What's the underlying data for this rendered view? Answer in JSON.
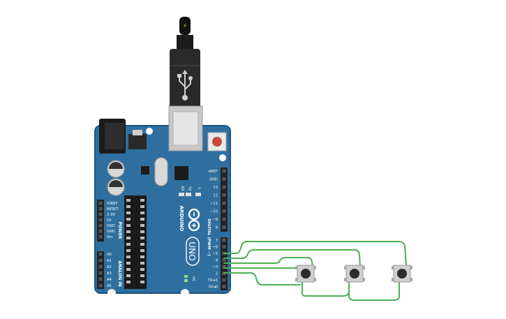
{
  "board": {
    "brand": "ARDUINO",
    "model": "UNO",
    "on_label": "ON",
    "tx_label": "TX",
    "rx_label": "RX",
    "l_label": "L",
    "power_header_title": "POWER",
    "analog_header_title": "ANALOG IN",
    "digital_header_title": "DIGITAL (PWM ~)",
    "power_pins": [
      "IOREF",
      "RESET",
      "3.3V",
      "5V",
      "GND",
      "GND",
      "Vin"
    ],
    "analog_pins": [
      "A0",
      "A1",
      "A2",
      "A3",
      "A4",
      "A5"
    ],
    "digital_upper_pins": [
      "AREF",
      "GND",
      "13",
      "12",
      "~11",
      "~10",
      "~9",
      "8"
    ],
    "digital_lower_pins": [
      "7",
      "~6",
      "~5",
      "4",
      "~3",
      "2",
      "TX➜1",
      "RX◂0"
    ]
  },
  "usb": {
    "plug_symbol": "⚡"
  },
  "buttons": [
    {
      "id": "button-1"
    },
    {
      "id": "button-2"
    },
    {
      "id": "button-3"
    }
  ],
  "colors": {
    "board_blue": "#2f6f9f",
    "board_edge": "#1f547d",
    "wire_green": "#4caf50",
    "silkscreen": "#ffffff",
    "header_black": "#222222"
  }
}
